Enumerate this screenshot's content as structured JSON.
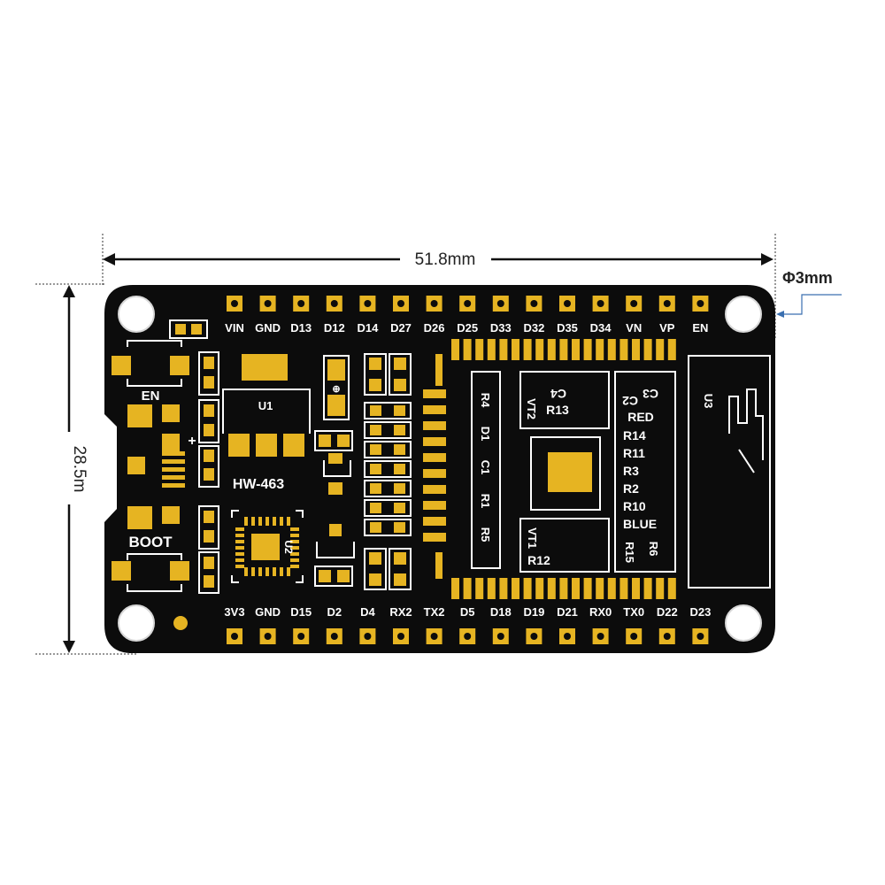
{
  "dimensions": {
    "width": "51.8mm",
    "height": "28.5m",
    "hole": "Φ3mm"
  },
  "board": {
    "top_pins": [
      "VIN",
      "GND",
      "D13",
      "D12",
      "D14",
      "D27",
      "D26",
      "D25",
      "D33",
      "D32",
      "D35",
      "D34",
      "VN",
      "VP",
      "EN"
    ],
    "bottom_pins": [
      "3V3",
      "GND",
      "D15",
      "D2",
      "D4",
      "RX2",
      "TX2",
      "D5",
      "D18",
      "D19",
      "D21",
      "RX0",
      "TX0",
      "D22",
      "D23"
    ],
    "buttons": {
      "en": "EN",
      "boot": "BOOT"
    },
    "u1": "U1",
    "hw": "HW-463",
    "u2": "U2",
    "u3": "U3",
    "plus": "+",
    "module_left": [
      "R4",
      "D1",
      "C1",
      "R1",
      "R5"
    ],
    "c4": "C4",
    "vt2": "VT2",
    "r13": "R13",
    "vt1": "VT1",
    "r12": "R12",
    "c3": "C3",
    "c2": "C2",
    "red": "RED",
    "right_list": [
      "R14",
      "R11",
      "R3",
      "R2",
      "R10",
      "BLUE"
    ],
    "r6": "R6",
    "r15": "R15"
  },
  "colors": {
    "board": "#0c0c0c",
    "gold": "#e6b422",
    "silk": "#ffffff"
  }
}
